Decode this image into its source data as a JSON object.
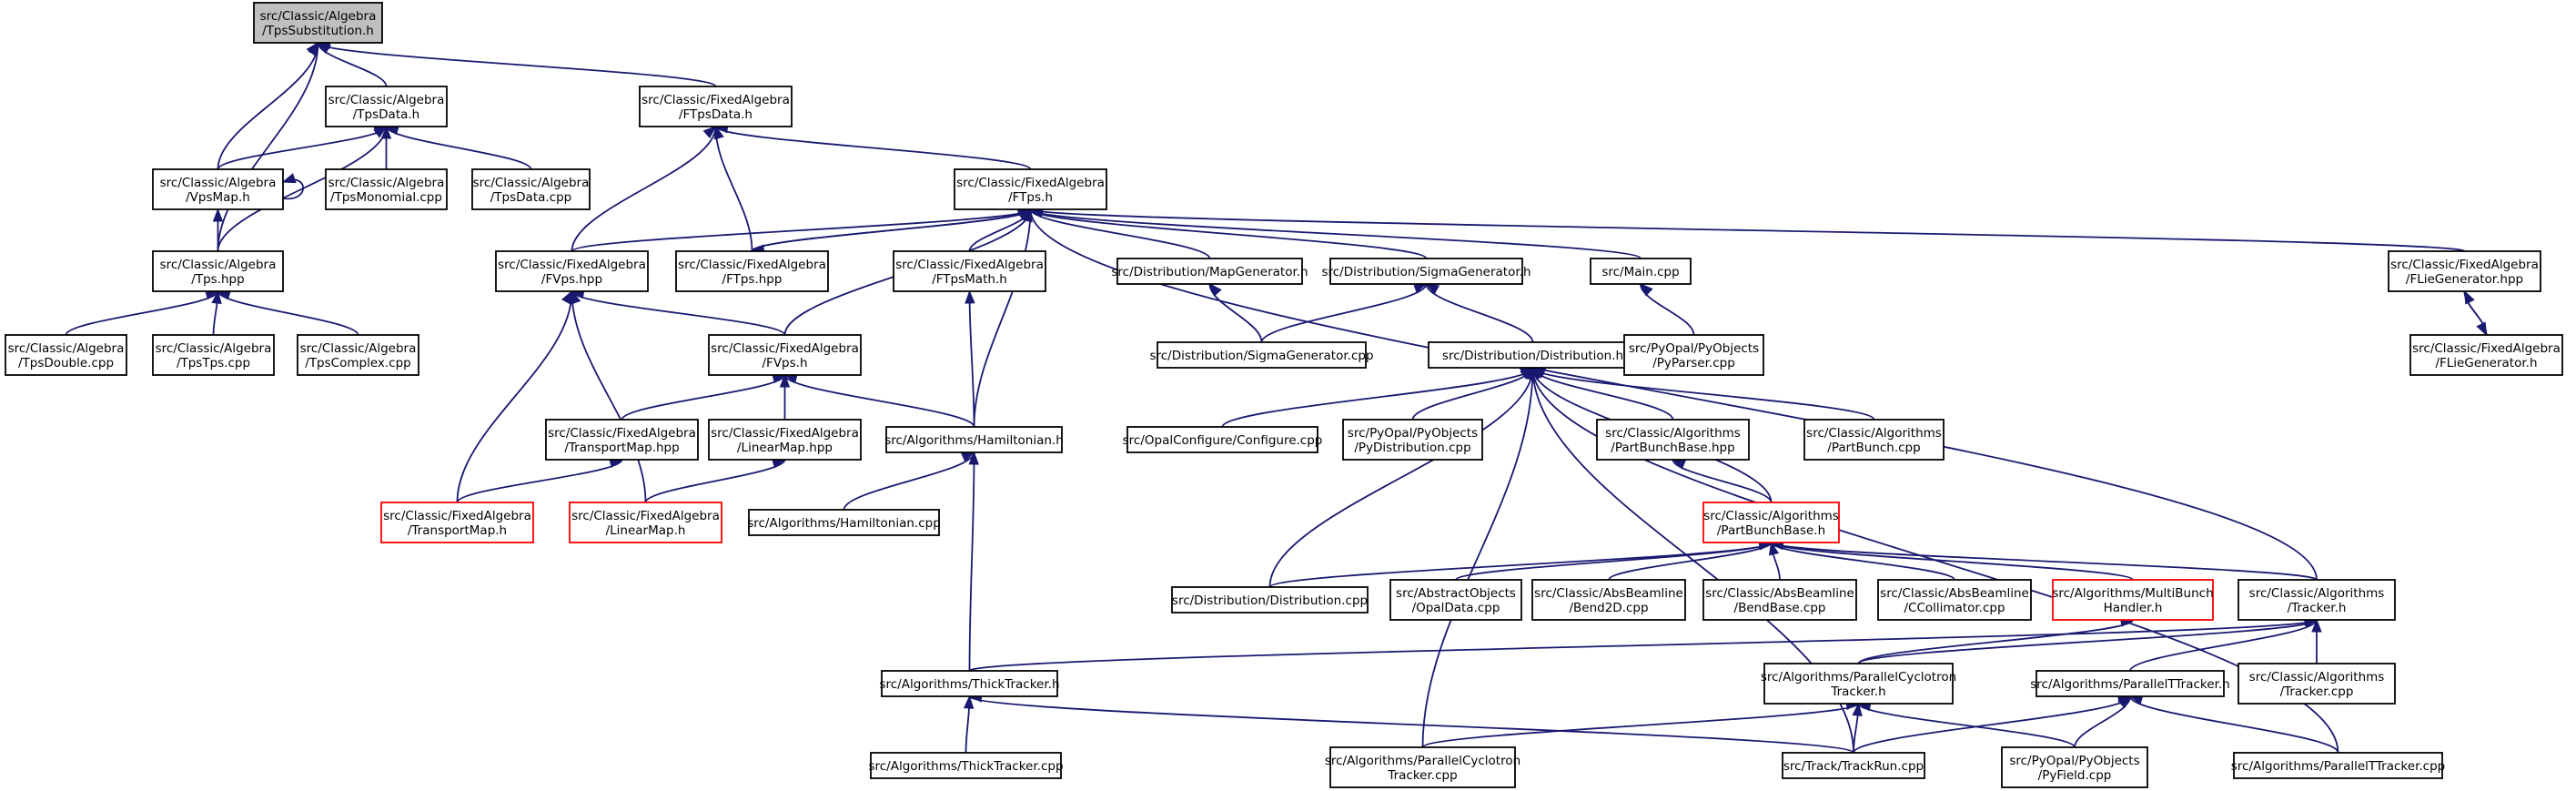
{
  "graph": {
    "colors": {
      "edge": "#191970",
      "node_border": "#000000",
      "highlight_border": "#ff0000",
      "root_fill": "#bfbfbf",
      "background": "#ffffff"
    },
    "nodes": [
      {
        "id": "tpssub",
        "lines": [
          "src/Classic/Algebra",
          "/TpsSubstitution.h"
        ],
        "style": "root"
      },
      {
        "id": "tpsdata",
        "lines": [
          "src/Classic/Algebra",
          "/TpsData.h"
        ]
      },
      {
        "id": "ftpsdata",
        "lines": [
          "src/Classic/FixedAlgebra",
          "/FTpsData.h"
        ]
      },
      {
        "id": "vpsmap",
        "lines": [
          "src/Classic/Algebra",
          "/VpsMap.h"
        ]
      },
      {
        "id": "tpsmono",
        "lines": [
          "src/Classic/Algebra",
          "/TpsMonomial.cpp"
        ]
      },
      {
        "id": "tpsdatacpp",
        "lines": [
          "src/Classic/Algebra",
          "/TpsData.cpp"
        ]
      },
      {
        "id": "ftps",
        "lines": [
          "src/Classic/FixedAlgebra",
          "/FTps.h"
        ]
      },
      {
        "id": "tpshpp",
        "lines": [
          "src/Classic/Algebra",
          "/Tps.hpp"
        ]
      },
      {
        "id": "fvpshpp",
        "lines": [
          "src/Classic/FixedAlgebra",
          "/FVps.hpp"
        ]
      },
      {
        "id": "ftpshpp",
        "lines": [
          "src/Classic/FixedAlgebra",
          "/FTps.hpp"
        ]
      },
      {
        "id": "ftpsmath",
        "lines": [
          "src/Classic/FixedAlgebra",
          "/FTpsMath.h"
        ]
      },
      {
        "id": "mapgen",
        "lines": [
          "src/Distribution/MapGenerator.h"
        ]
      },
      {
        "id": "sigmagen",
        "lines": [
          "src/Distribution/SigmaGenerator.h"
        ]
      },
      {
        "id": "maincpp",
        "lines": [
          "src/Main.cpp"
        ]
      },
      {
        "id": "fliehpp",
        "lines": [
          "src/Classic/FixedAlgebra",
          "/FLieGenerator.hpp"
        ]
      },
      {
        "id": "tpsdouble",
        "lines": [
          "src/Classic/Algebra",
          "/TpsDouble.cpp"
        ]
      },
      {
        "id": "tpstps",
        "lines": [
          "src/Classic/Algebra",
          "/TpsTps.cpp"
        ]
      },
      {
        "id": "tpscomplex",
        "lines": [
          "src/Classic/Algebra",
          "/TpsComplex.cpp"
        ]
      },
      {
        "id": "fvpsh",
        "lines": [
          "src/Classic/FixedAlgebra",
          "/FVps.h"
        ]
      },
      {
        "id": "sigmagencpp",
        "lines": [
          "src/Distribution/SigmaGenerator.cpp"
        ]
      },
      {
        "id": "disth",
        "lines": [
          "src/Distribution/Distribution.h"
        ]
      },
      {
        "id": "pyparser",
        "lines": [
          "src/PyOpal/PyObjects",
          "/PyParser.cpp"
        ]
      },
      {
        "id": "flieh",
        "lines": [
          "src/Classic/FixedAlgebra",
          "/FLieGenerator.h"
        ]
      },
      {
        "id": "transportmaphpp",
        "lines": [
          "src/Classic/FixedAlgebra",
          "/TransportMap.hpp"
        ]
      },
      {
        "id": "linearmaphpp",
        "lines": [
          "src/Classic/FixedAlgebra",
          "/LinearMap.hpp"
        ]
      },
      {
        "id": "hamiltonianh",
        "lines": [
          "src/Algorithms/Hamiltonian.h"
        ]
      },
      {
        "id": "configurecpp",
        "lines": [
          "src/OpalConfigure/Configure.cpp"
        ]
      },
      {
        "id": "pydistcpp",
        "lines": [
          "src/PyOpal/PyObjects",
          "/PyDistribution.cpp"
        ]
      },
      {
        "id": "partbunchbasehpp",
        "lines": [
          "src/Classic/Algorithms",
          "/PartBunchBase.hpp"
        ]
      },
      {
        "id": "partbunchcpp",
        "lines": [
          "src/Classic/Algorithms",
          "/PartBunch.cpp"
        ]
      },
      {
        "id": "transportmaph",
        "lines": [
          "src/Classic/FixedAlgebra",
          "/TransportMap.h"
        ],
        "style": "red"
      },
      {
        "id": "linearmaph",
        "lines": [
          "src/Classic/FixedAlgebra",
          "/LinearMap.h"
        ],
        "style": "red"
      },
      {
        "id": "hamiltoniancpp",
        "lines": [
          "src/Algorithms/Hamiltonian.cpp"
        ]
      },
      {
        "id": "partbunchbaseh",
        "lines": [
          "src/Classic/Algorithms",
          "/PartBunchBase.h"
        ],
        "style": "red"
      },
      {
        "id": "distcpp",
        "lines": [
          "src/Distribution/Distribution.cpp"
        ]
      },
      {
        "id": "opaldata",
        "lines": [
          "src/AbstractObjects",
          "/OpalData.cpp"
        ]
      },
      {
        "id": "bend2d",
        "lines": [
          "src/Classic/AbsBeamline",
          "/Bend2D.cpp"
        ]
      },
      {
        "id": "bendbase",
        "lines": [
          "src/Classic/AbsBeamline",
          "/BendBase.cpp"
        ]
      },
      {
        "id": "ccollimator",
        "lines": [
          "src/Classic/AbsBeamline",
          "/CCollimator.cpp"
        ]
      },
      {
        "id": "multibunch",
        "lines": [
          "src/Algorithms/MultiBunch",
          "Handler.h"
        ],
        "style": "red"
      },
      {
        "id": "trackerh",
        "lines": [
          "src/Classic/Algorithms",
          "/Tracker.h"
        ]
      },
      {
        "id": "thicktrackerh",
        "lines": [
          "src/Algorithms/ThickTracker.h"
        ]
      },
      {
        "id": "pcyclotronh",
        "lines": [
          "src/Algorithms/ParallelCyclotron",
          "Tracker.h"
        ]
      },
      {
        "id": "pttrackerh",
        "lines": [
          "src/Algorithms/ParallelTTracker.h"
        ]
      },
      {
        "id": "trackercpp",
        "lines": [
          "src/Classic/Algorithms",
          "/Tracker.cpp"
        ]
      },
      {
        "id": "thicktrackercpp",
        "lines": [
          "src/Algorithms/ThickTracker.cpp"
        ]
      },
      {
        "id": "pcyclotroncpp",
        "lines": [
          "src/Algorithms/ParallelCyclotron",
          "Tracker.cpp"
        ]
      },
      {
        "id": "trackrun",
        "lines": [
          "src/Track/TrackRun.cpp"
        ]
      },
      {
        "id": "pyfield",
        "lines": [
          "src/PyOpal/PyObjects",
          "/PyField.cpp"
        ]
      },
      {
        "id": "pttrackercpp",
        "lines": [
          "src/Algorithms/ParallelTTracker.cpp"
        ]
      }
    ]
  }
}
